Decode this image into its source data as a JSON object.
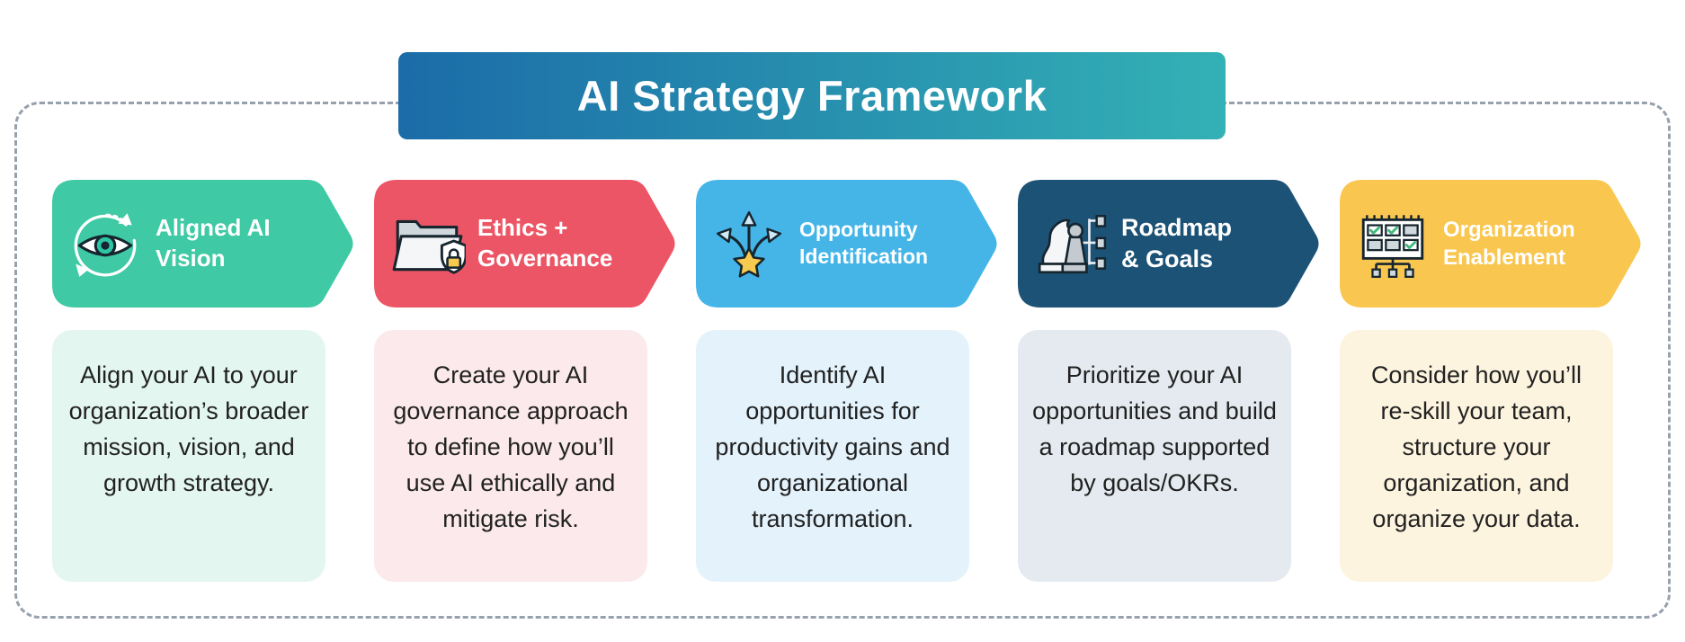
{
  "title": "AI Strategy Framework",
  "colors": {
    "title_gradient_start": "#1B6CA8",
    "title_gradient_end": "#33B1B5",
    "dashed_border": "#97A1AC",
    "body_text": "#212121",
    "banner_text": "#FFFFFF"
  },
  "steps": [
    {
      "label": "Aligned AI\nVision",
      "icon": "vision-eye-refresh-icon",
      "color": "#3FC9A4",
      "desc_bg": "#E3F6EF",
      "description": "Align your AI to your organization’s broader mission, vision, and growth strategy."
    },
    {
      "label": "Ethics +\nGovernance",
      "icon": "folder-shield-lock-icon",
      "color": "#EC5565",
      "desc_bg": "#FBE9EB",
      "description": "Create your AI governance approach to define how you’ll use AI ethically and mitigate risk."
    },
    {
      "label": "Opportunity\nIdentification",
      "icon": "branching-arrows-star-icon",
      "color": "#45B5E8",
      "desc_bg": "#E3F2FB",
      "description": "Identify AI opportunities for productivity gains and organizational transformation."
    },
    {
      "label": "Roadmap\n& Goals",
      "icon": "chess-roadmap-icon",
      "color": "#1C5276",
      "desc_bg": "#E4EAEF",
      "description": "Prioritize your AI opportunities and build a roadmap supported by goals/OKRs."
    },
    {
      "label": "Organization\nEnablement",
      "icon": "planning-board-icon",
      "color": "#F9C64F",
      "desc_bg": "#FDF4DF",
      "description": "Consider how you’ll re-skill your team, structure your organization, and organize your data."
    }
  ]
}
